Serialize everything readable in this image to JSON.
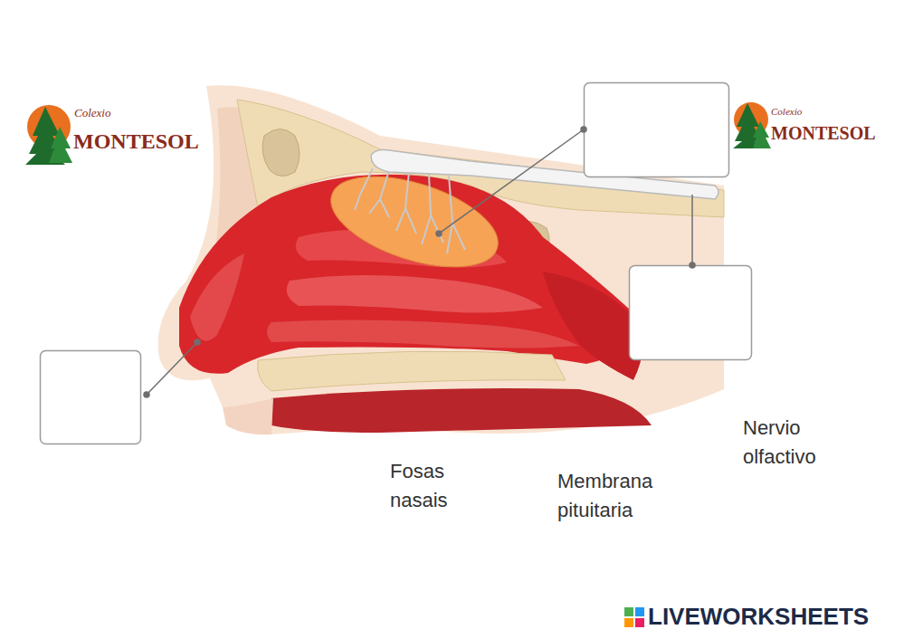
{
  "diagram": {
    "labels": [
      "Colexio",
      "MONTESOL",
      "Colexio",
      "MONTESOL",
      "Fosas nasais",
      "Membrana pituitaria",
      "Nervio olfactivo",
      "LIVEWORKSHEETS"
    ]
  }
}
